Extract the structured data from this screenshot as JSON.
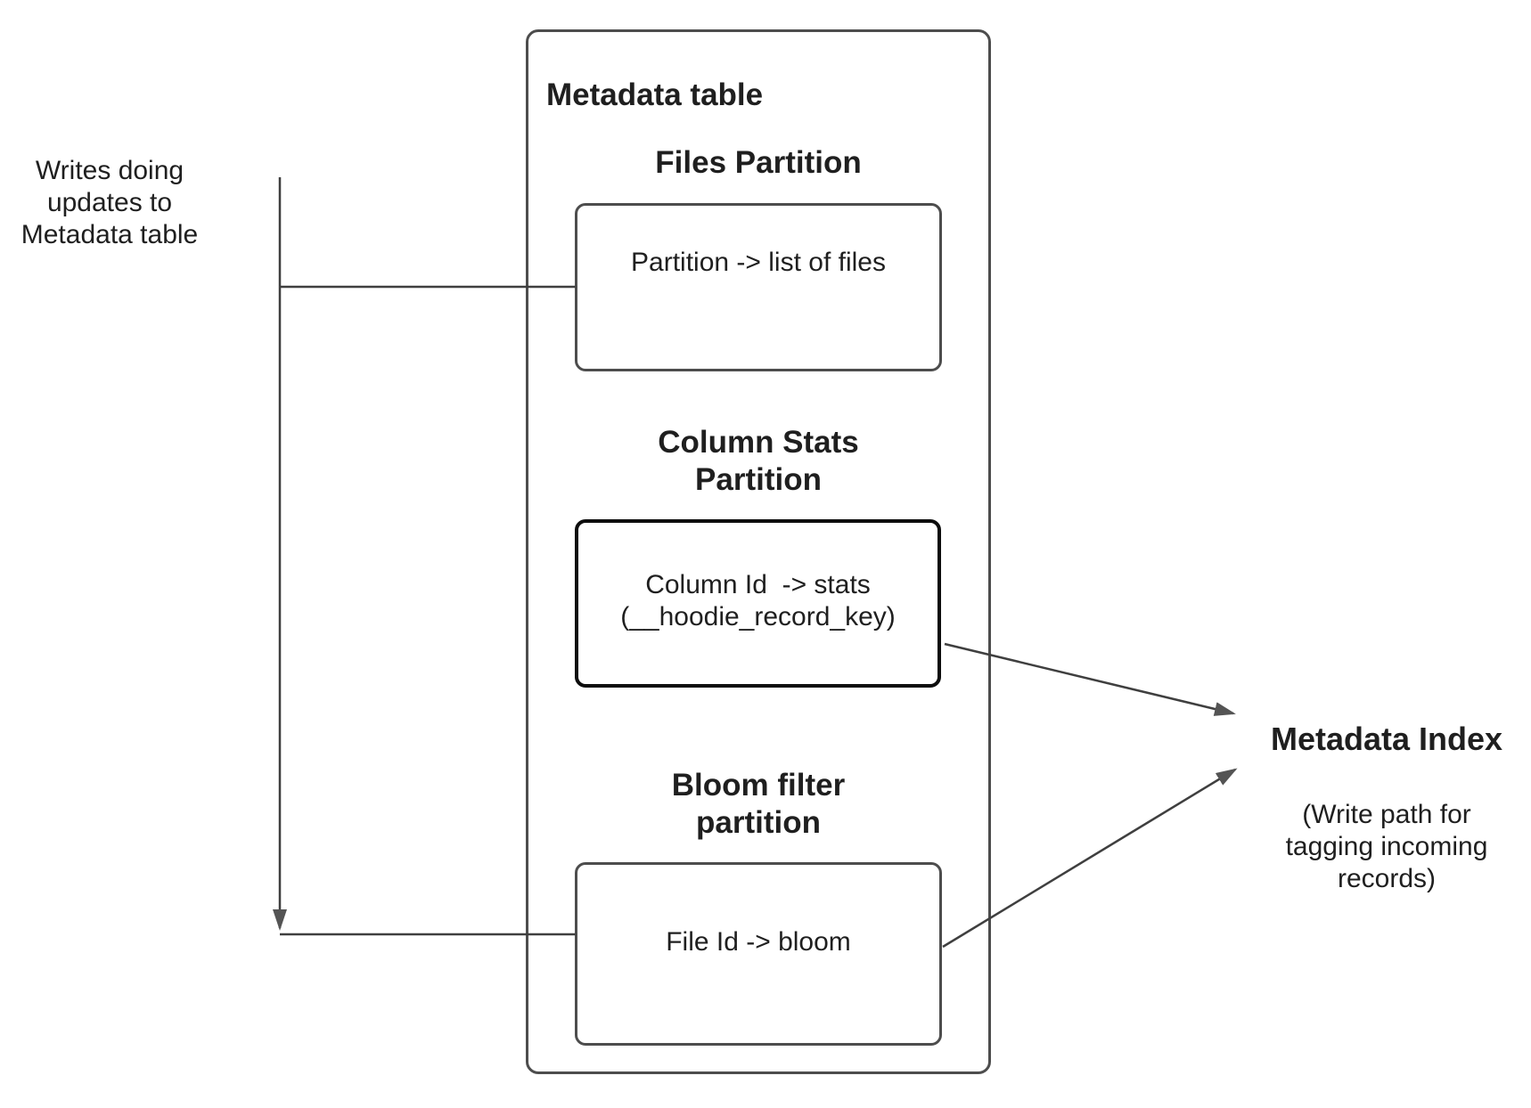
{
  "colors": {
    "box_border": "#4d4d4d",
    "stats_box_border": "#0d0d0d",
    "connector": "#3f3f3f",
    "arrowhead": "#545454",
    "text": "#1f1f1f",
    "background": "#ffffff"
  },
  "left_note": {
    "text": "Writes doing\nupdates to\nMetadata table"
  },
  "metadata_table": {
    "title": "Metadata table",
    "partitions": [
      {
        "heading": "Files Partition",
        "body": "Partition -> list of files"
      },
      {
        "heading": "Column Stats\nPartition",
        "body": "Column Id  -> stats\n(__hoodie_record_key)"
      },
      {
        "heading": "Bloom filter\npartition",
        "body": "File Id -> bloom"
      }
    ]
  },
  "metadata_index": {
    "title": "Metadata Index",
    "note": "(Write path for\ntagging incoming\nrecords)"
  }
}
